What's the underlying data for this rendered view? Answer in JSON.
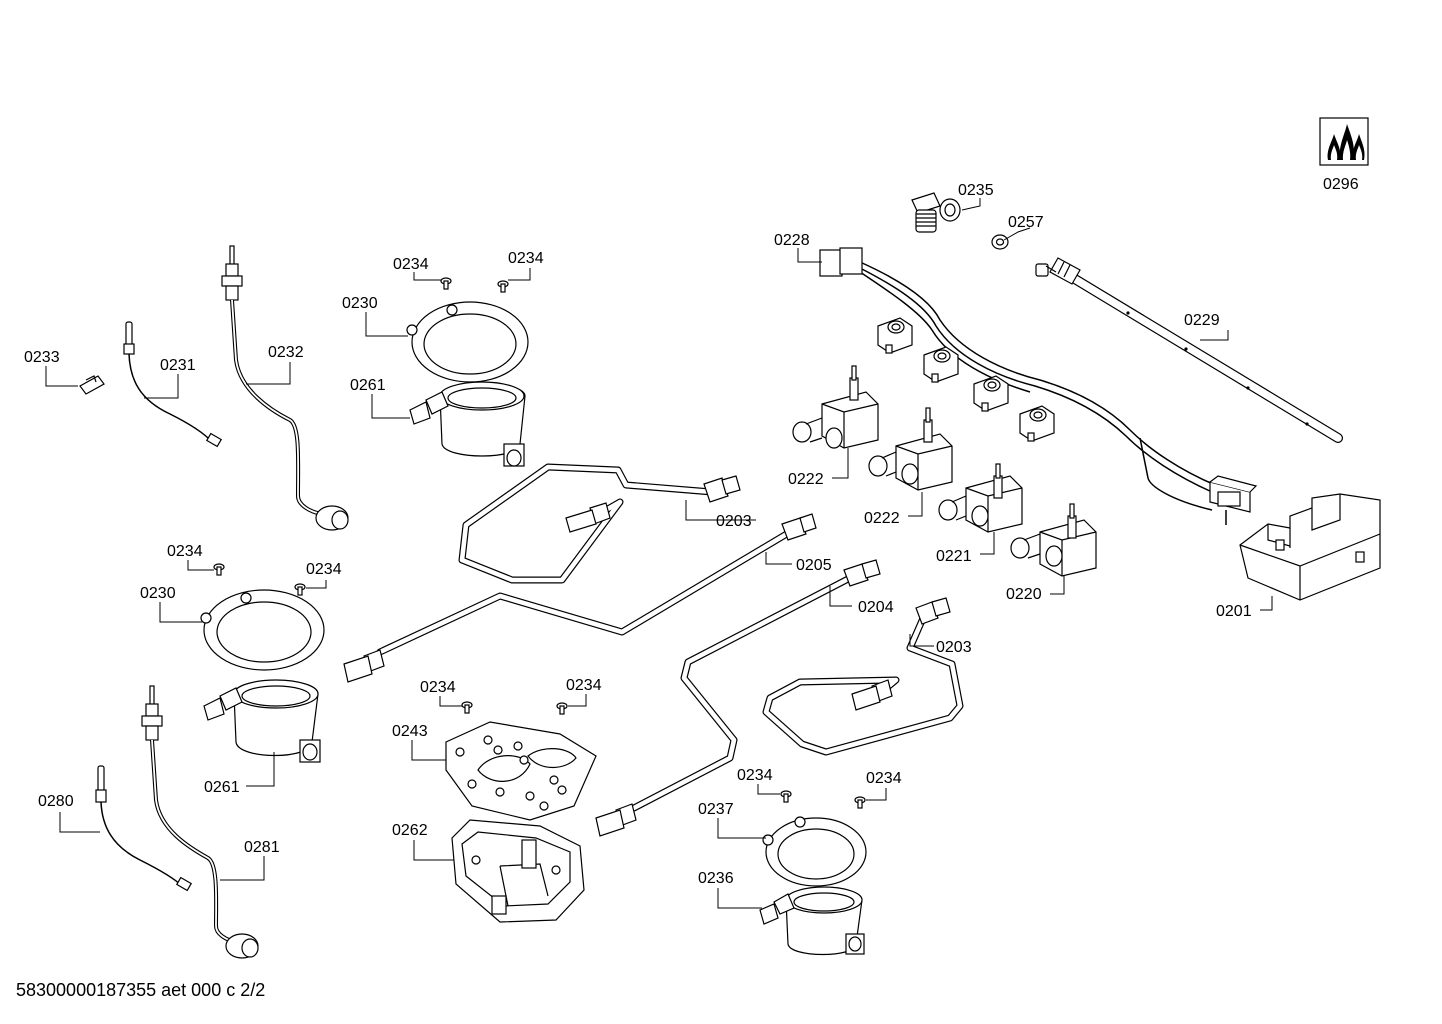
{
  "document_id": "58300000187355 aet 000 c 2/2",
  "symbol": {
    "name": "gas-flame-icon",
    "label": "0296"
  },
  "callouts": [
    {
      "id": "label-0235",
      "text": "0235"
    },
    {
      "id": "label-0257",
      "text": "0257"
    },
    {
      "id": "label-0228",
      "text": "0228"
    },
    {
      "id": "label-0229",
      "text": "0229"
    },
    {
      "id": "label-0234-a",
      "text": "0234"
    },
    {
      "id": "label-0234-b",
      "text": "0234"
    },
    {
      "id": "label-0230-a",
      "text": "0230"
    },
    {
      "id": "label-0261-a",
      "text": "0261"
    },
    {
      "id": "label-0233",
      "text": "0233"
    },
    {
      "id": "label-0231",
      "text": "0231"
    },
    {
      "id": "label-0232",
      "text": "0232"
    },
    {
      "id": "label-0222-a",
      "text": "0222"
    },
    {
      "id": "label-0222-b",
      "text": "0222"
    },
    {
      "id": "label-0221",
      "text": "0221"
    },
    {
      "id": "label-0220",
      "text": "0220"
    },
    {
      "id": "label-0201",
      "text": "0201"
    },
    {
      "id": "label-0203-a",
      "text": "0203"
    },
    {
      "id": "label-0205",
      "text": "0205"
    },
    {
      "id": "label-0204",
      "text": "0204"
    },
    {
      "id": "label-0203-b",
      "text": "0203"
    },
    {
      "id": "label-0234-c",
      "text": "0234"
    },
    {
      "id": "label-0234-d",
      "text": "0234"
    },
    {
      "id": "label-0230-b",
      "text": "0230"
    },
    {
      "id": "label-0261-b",
      "text": "0261"
    },
    {
      "id": "label-0234-e",
      "text": "0234"
    },
    {
      "id": "label-0234-f",
      "text": "0234"
    },
    {
      "id": "label-0243",
      "text": "0243"
    },
    {
      "id": "label-0262",
      "text": "0262"
    },
    {
      "id": "label-0280",
      "text": "0280"
    },
    {
      "id": "label-0281",
      "text": "0281"
    },
    {
      "id": "label-0234-g",
      "text": "0234"
    },
    {
      "id": "label-0234-h",
      "text": "0234"
    },
    {
      "id": "label-0237",
      "text": "0237"
    },
    {
      "id": "label-0236",
      "text": "0236"
    }
  ]
}
